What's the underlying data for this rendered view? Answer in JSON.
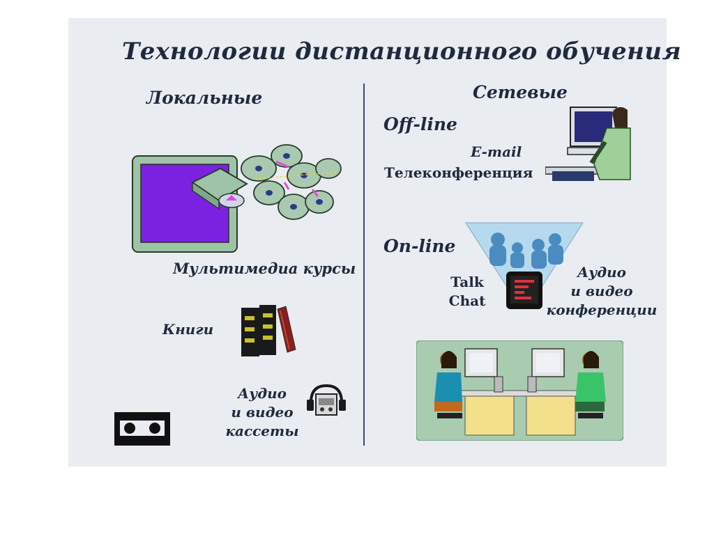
{
  "slide": {
    "title": "Технологии дистанционного обучения",
    "local": {
      "heading": "Локальные",
      "multimedia_label": "Мультимедиа курсы",
      "books_label": "Книги",
      "cassettes_label": "Аудио\nи видео\nкассеты"
    },
    "network": {
      "heading": "Сетевые",
      "offline_heading": "Off-line",
      "email_label": "E-mail",
      "teleconf_label": "Телеконференция",
      "online_heading": "On-line",
      "talk_chat_label": "Talk\nChat",
      "av_conf_label": "Аудио\nи видео\nконференции"
    }
  },
  "colors": {
    "slide_bg": "#e9ecf1",
    "text": "#1f2a3d",
    "monitor_screen": "#7b22e0",
    "monitor_frame": "#9fc3a6",
    "conference_bg": "#a9cbb0"
  }
}
